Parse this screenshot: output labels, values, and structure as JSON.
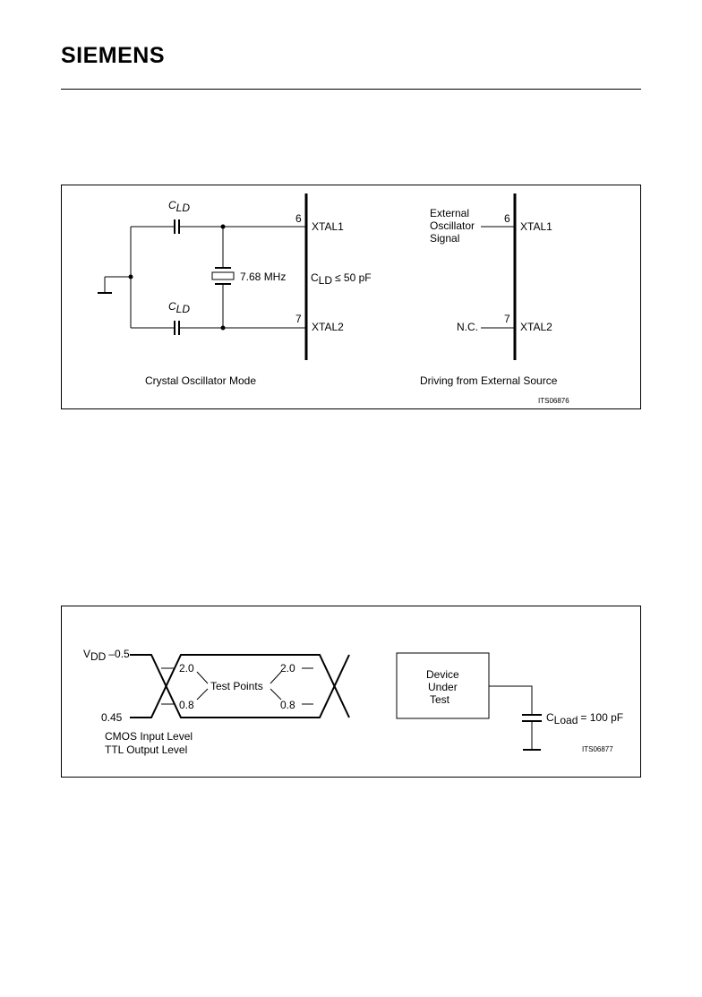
{
  "header": {
    "brand": "SIEMENS"
  },
  "figure1": {
    "id": "ITS06876",
    "c_symbol": "C",
    "c_sub": "LD",
    "crystal": "7.68 MHz",
    "cld_limit": "≤ 50 pF",
    "pin6": "6",
    "pin7": "7",
    "xtal1": "XTAL1",
    "xtal2": "XTAL2",
    "caption_left": "Crystal Oscillator Mode",
    "caption_right": "Driving from External Source",
    "ext_line1": "External",
    "ext_line2": "Oscillator",
    "ext_line3": "Signal",
    "nc": "N.C."
  },
  "figure2": {
    "id": "ITS06877",
    "vdd_symbol": "V",
    "vdd_sub": "DD",
    "vdd_offset": "–0.5",
    "low_level": "0.45",
    "high_threshold": "2.0",
    "low_threshold": "0.8",
    "test_points": "Test Points",
    "caption_line1": "CMOS Input Level",
    "caption_line2": "TTL Output Level",
    "dut_line1": "Device",
    "dut_line2": "Under",
    "dut_line3": "Test",
    "cload_symbol": "C",
    "cload_sub": "Load",
    "cload_value": "= 100 pF"
  }
}
